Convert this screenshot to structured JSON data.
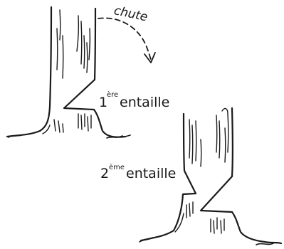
{
  "diagram": {
    "colors": {
      "ink": "#1a1a1a",
      "background": "#ffffff"
    },
    "labels": {
      "fall": "chute",
      "first_notch_number": "1",
      "first_notch_suffix": "ère",
      "first_notch_word": "entaille",
      "second_notch_number": "2",
      "second_notch_suffix": "ème",
      "second_notch_word": "entaille"
    }
  }
}
